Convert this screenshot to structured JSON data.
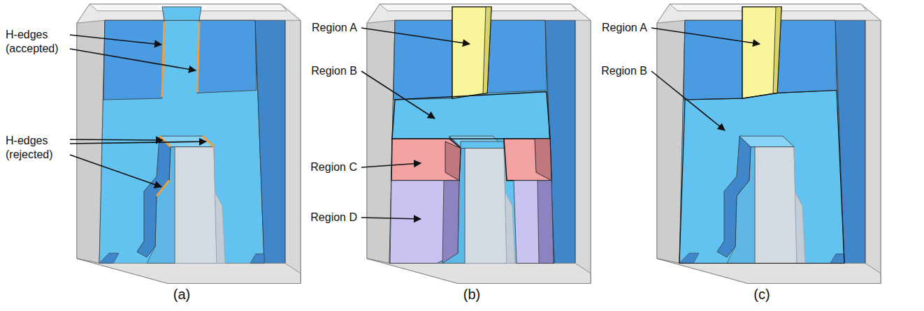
{
  "diagram": {
    "labels": [
      "H-edges (accepted)",
      "H-edges (rejected)",
      "Region A",
      "Region B",
      "Region C",
      "Region D",
      "Region A",
      "Region B",
      "(a)",
      "(b)",
      "(c)"
    ]
  }
}
